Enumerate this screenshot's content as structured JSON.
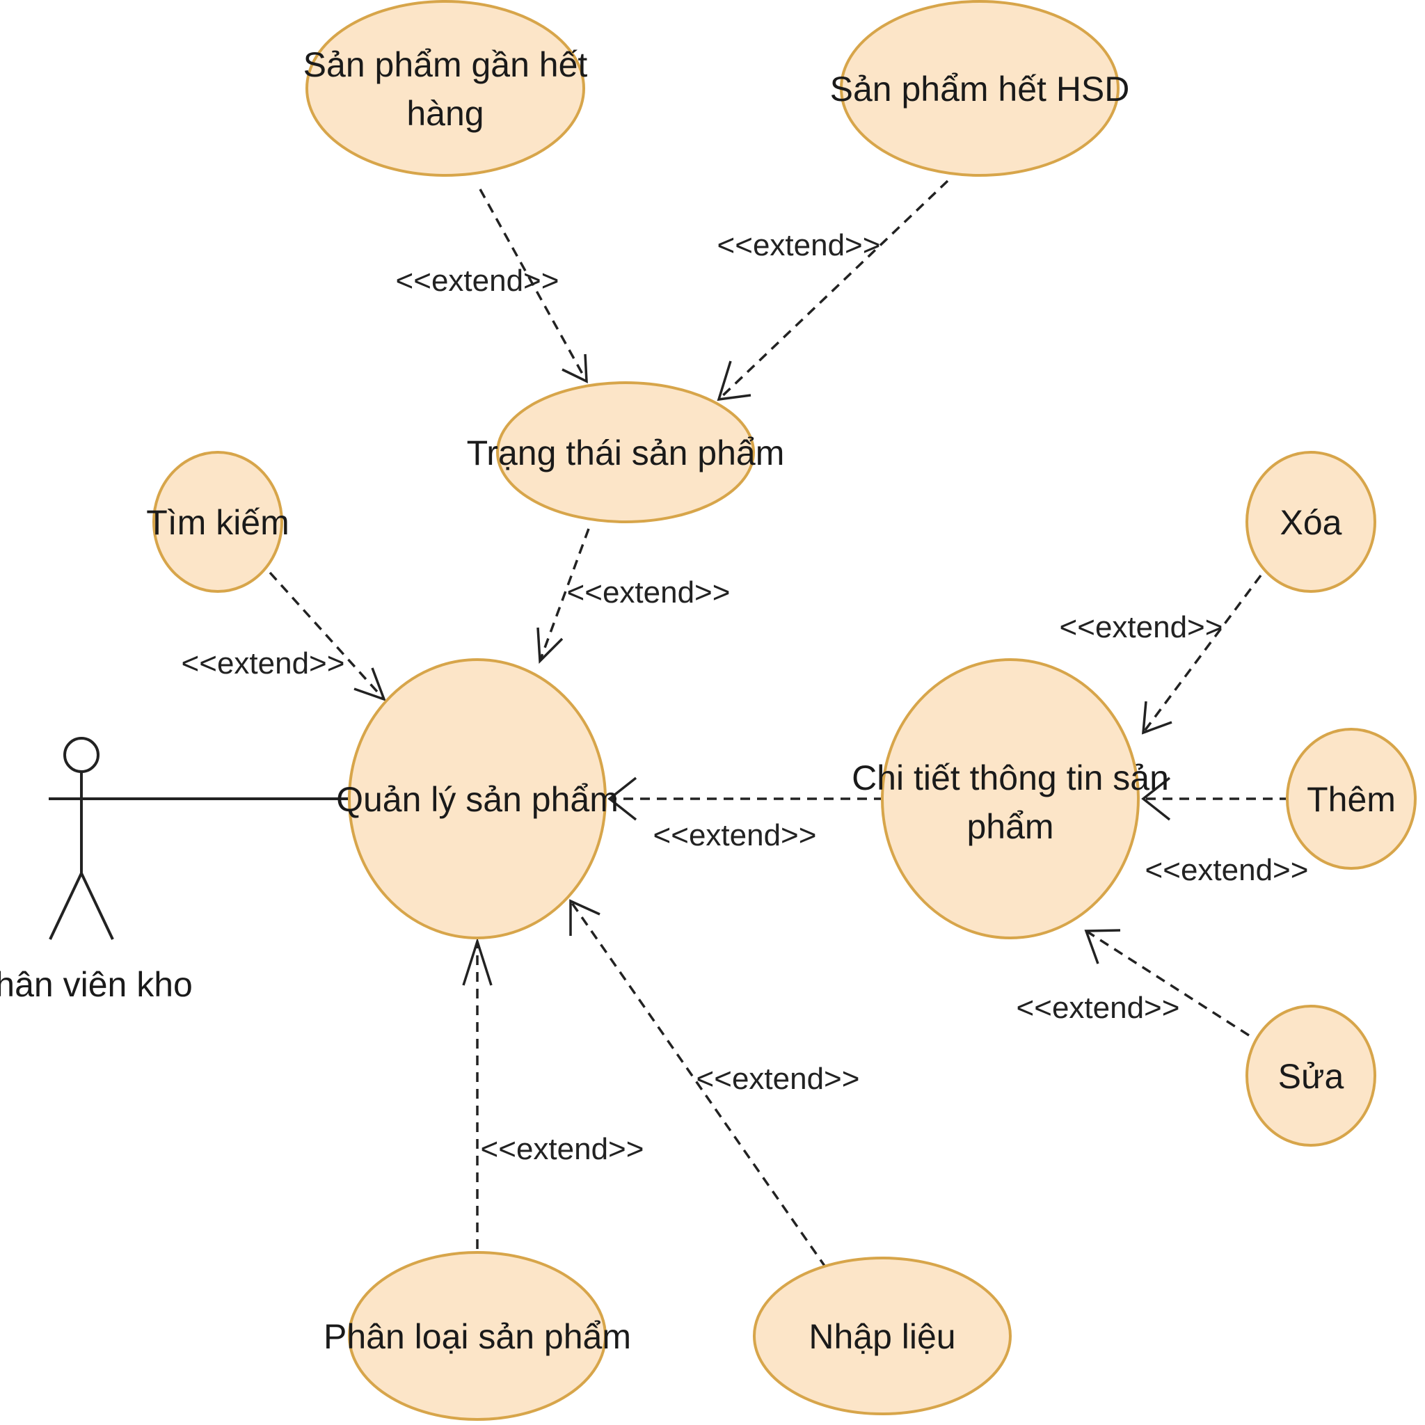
{
  "actor": {
    "name": "Nhân viên kho"
  },
  "use_cases": {
    "near_out_of_stock": [
      "Sản phẩm gần hết",
      "hàng"
    ],
    "expired": [
      "Sản phẩm hết HSD"
    ],
    "product_status": [
      "Trạng thái sản phẩm"
    ],
    "search": [
      "Tìm kiếm"
    ],
    "manage_products": [
      "Quản lý sản phẩm"
    ],
    "product_details": [
      "Chi tiết thông tin sản",
      "phẩm"
    ],
    "delete": [
      "Xóa"
    ],
    "add": [
      "Thêm"
    ],
    "edit": [
      "Sửa"
    ],
    "classify": [
      "Phân loại sản phẩm"
    ],
    "data_entry": [
      "Nhập liệu"
    ]
  },
  "relations": {
    "extend_label": "<<extend>>"
  },
  "colors": {
    "use_case_fill": "#fce5c8",
    "use_case_stroke": "#d7a54a",
    "line": "#222222"
  }
}
